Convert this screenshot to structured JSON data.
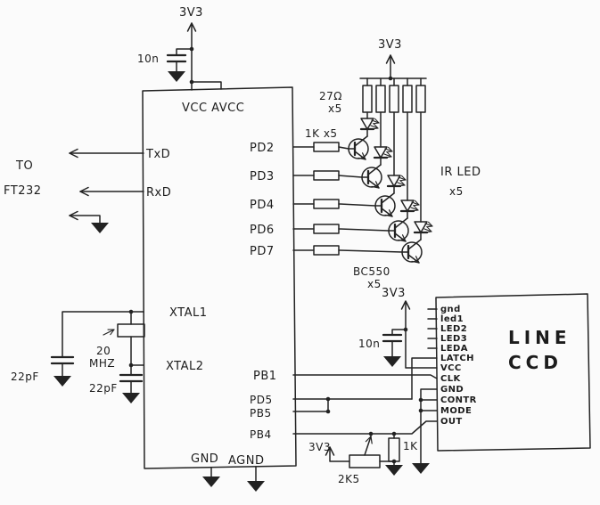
{
  "colors": {
    "ink": "#222222",
    "paper": "#fbfbfb"
  },
  "power": {
    "v33": "3V3"
  },
  "ft232": {
    "line1": "TO",
    "line2": "FT232"
  },
  "mcu": {
    "vcc_label": "VCC AVCC",
    "gnd_label": "GND",
    "agnd_label": "AGND",
    "pins": {
      "txd": "TxD",
      "rxd": "RxD",
      "xtal1": "XTAL1",
      "xtal2": "XTAL2",
      "pd2": "PD2",
      "pd3": "PD3",
      "pd4": "PD4",
      "pd6": "PD6",
      "pd7": "PD7",
      "pb1": "PB1",
      "pd5": "PD5",
      "pb5": "PB5",
      "pb4": "PB4"
    }
  },
  "components": {
    "c_vcc": "10n",
    "c_xtal1": "22pF",
    "c_xtal2": "22pF",
    "c_ccd": "10n",
    "crystal_value": "20",
    "crystal_unit": "MHZ",
    "r_base_value": "1K x5",
    "r_led_value": "27Ω",
    "r_led_qty": "x5",
    "led_name": "IR LED",
    "led_qty": "x5",
    "transistor_name": "BC550",
    "transistor_qty": "x5",
    "pot_value": "2K5",
    "r_out_value": "1K"
  },
  "ccd": {
    "title_line1": "LINE",
    "title_line2": "CCD",
    "pins": [
      "gnd",
      "led1",
      "LED2",
      "LED3",
      "LEDA",
      "LATCH",
      "VCC",
      "CLK",
      "GND",
      "CONTR",
      "MODE",
      "OUT"
    ]
  }
}
